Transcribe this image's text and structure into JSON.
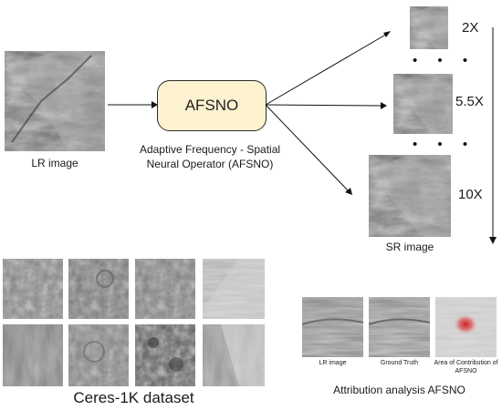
{
  "pipeline": {
    "lr_label": "LR image",
    "model_name": "AFSNO",
    "model_caption_line1": "Adaptive Frequency - Spatial",
    "model_caption_line2": "Neural Operator (AFSNO)",
    "sr_label": "SR image",
    "scales": [
      "2X",
      "5.5X",
      "10X"
    ],
    "ellipsis": "• • •"
  },
  "dataset": {
    "label": "Ceres-1K dataset",
    "tile_count": 8
  },
  "attribution": {
    "title": "Attribution analysis AFSNO",
    "panels": [
      {
        "caption": "LR image"
      },
      {
        "caption": "Ground Truth"
      },
      {
        "caption_line1": "Area of Contribution of",
        "caption_line2": "AFSNO"
      }
    ],
    "highlight_color": "#d42a2a"
  }
}
